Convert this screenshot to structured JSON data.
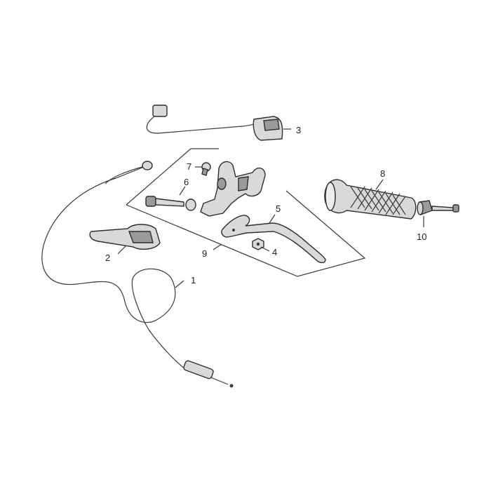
{
  "callouts": [
    {
      "id": "1",
      "label": "1"
    },
    {
      "id": "2",
      "label": "2"
    },
    {
      "id": "3",
      "label": "3"
    },
    {
      "id": "4",
      "label": "4"
    },
    {
      "id": "5",
      "label": "5"
    },
    {
      "id": "6",
      "label": "6"
    },
    {
      "id": "7",
      "label": "7"
    },
    {
      "id": "8",
      "label": "8"
    },
    {
      "id": "9",
      "label": "9"
    },
    {
      "id": "10",
      "label": "10"
    }
  ],
  "parts": {
    "p1": "clutch-cable",
    "p2": "cable-boot",
    "p3": "handlebar-switch",
    "p4": "nut",
    "p5": "clutch-lever",
    "p6": "pivot-bolt",
    "p7": "screw",
    "p8": "handlebar-grip",
    "p9": "lever-assembly-group",
    "p10": "bar-end-weight"
  },
  "colors": {
    "line": "#3a3a3a",
    "part_fill": "#d9d9d9",
    "part_dark": "#9a9a9a",
    "background": "#ffffff"
  }
}
